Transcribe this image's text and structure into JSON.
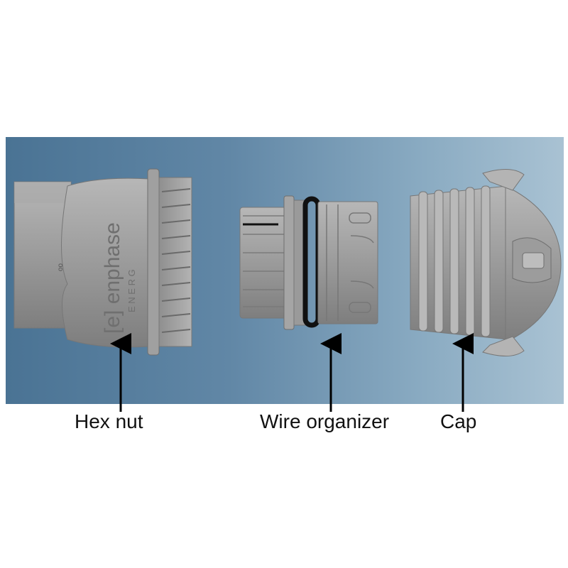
{
  "labels": {
    "hex_nut": "Hex nut",
    "wire_organizer": "Wire organizer",
    "cap": "Cap"
  },
  "branding": {
    "logo_text": "[e] enphase",
    "logo_subtext": "E N E R G"
  },
  "colors": {
    "background_left": "#4a7394",
    "background_right": "#a9c2d3",
    "part_gray": "#9a9a9a",
    "o_ring": "#111111",
    "arrow": "#000000"
  }
}
